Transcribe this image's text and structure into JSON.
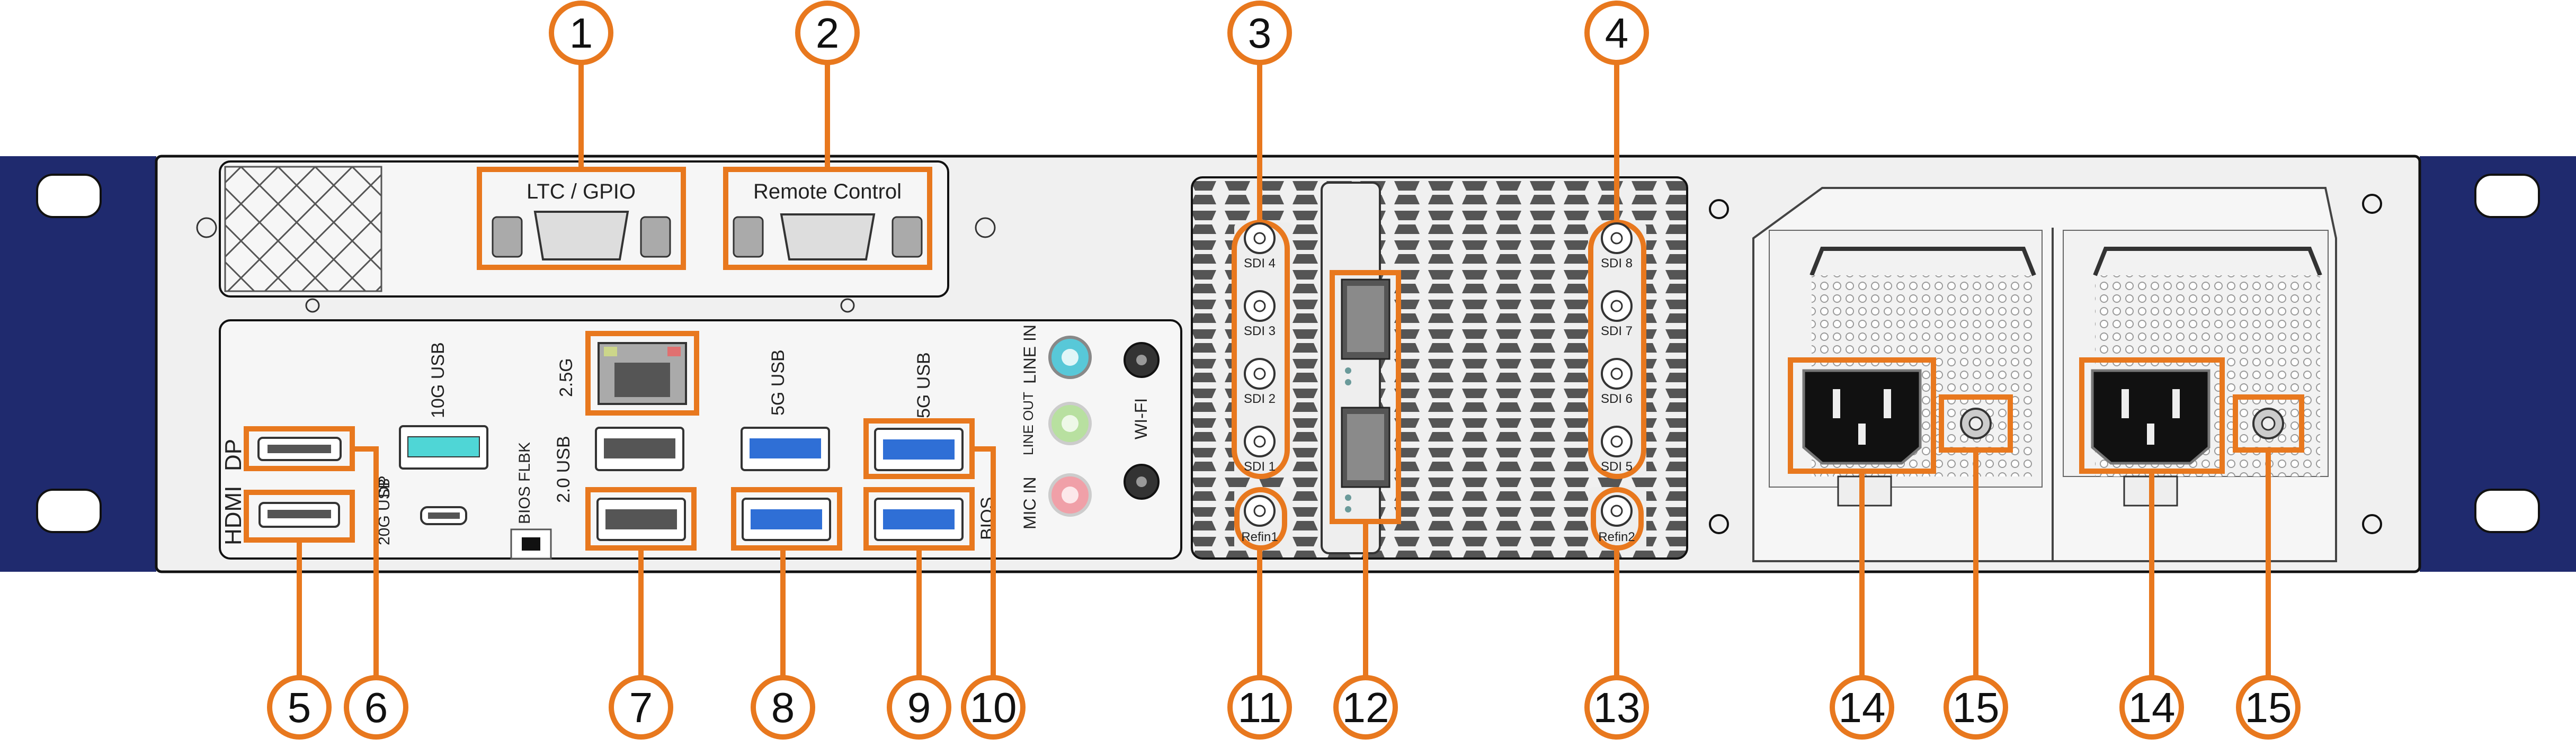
{
  "labels": {
    "ltc_gpio": "LTC / GPIO",
    "remote_control": "Remote Control",
    "dp": "DP",
    "hdmi": "HDMI",
    "usb10g": "10G USB",
    "usb20g": "20G USB",
    "dp_small": "DP",
    "bios_flbk": "BIOS FLBK",
    "usb20": "2.0 USB",
    "net25g": "2.5G",
    "usb5g_a": "5G USB",
    "usb5g_b": "5G USB",
    "bios": "BIOS",
    "line_in": "LINE IN",
    "line_out": "LINE OUT",
    "mic_in": "MIC IN",
    "wifi": "WI-FI",
    "sdi": [
      "SDI 1",
      "SDI 2",
      "SDI 3",
      "SDI 4",
      "SDI 5",
      "SDI 6",
      "SDI 7",
      "SDI 8"
    ],
    "refin1": "Refin1",
    "refin2": "Refin2"
  },
  "callouts": [
    "1",
    "2",
    "3",
    "4",
    "5",
    "6",
    "7",
    "8",
    "9",
    "10",
    "11",
    "12",
    "13",
    "14",
    "15",
    "14",
    "15"
  ],
  "colors": {
    "callout": "#e8781e",
    "rack_ear": "#1f2a6e",
    "chassis": "#f0f0f0",
    "usb_blue": "#2f6fd6",
    "usb_teal": "#4fd6d6",
    "jack_green": "#b8e0a0",
    "jack_pink": "#f0a0a8",
    "jack_teal": "#58c8d8"
  }
}
